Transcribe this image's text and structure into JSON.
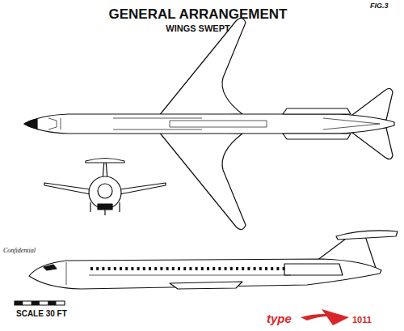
{
  "diagram": {
    "title": "GENERAL ARRANGEMENT",
    "labels": [
      "WINGS SWEPT",
      "FIG.3",
      "SCALE 30 FT",
      "Confidential",
      "type",
      "1011"
    ]
  }
}
